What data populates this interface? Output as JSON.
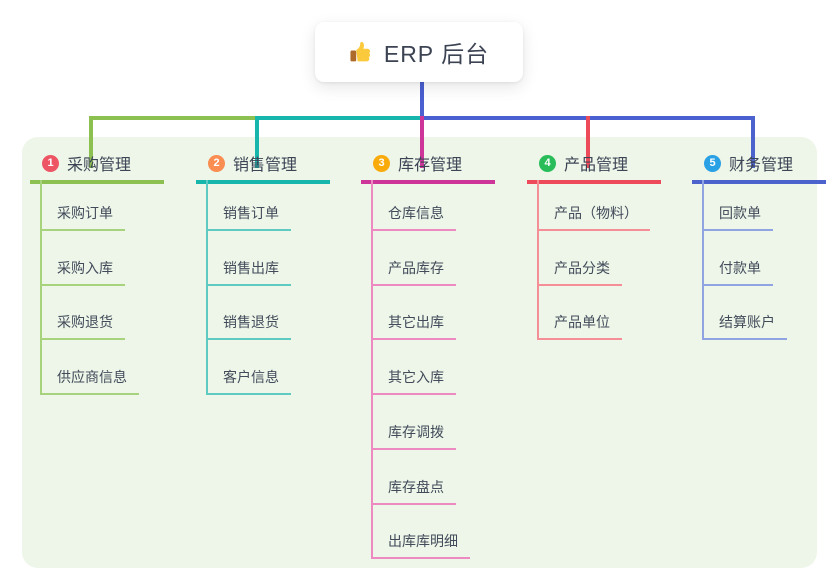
{
  "root": {
    "label": "ERP 后台",
    "icon": "thumbs-up"
  },
  "panel_background": "#edf6e8",
  "connector_color": "#4a5fd0",
  "text_color": "#3d4456",
  "branches": [
    {
      "number": "1",
      "label": "采购管理",
      "color": "#8cc152",
      "light_color": "#a6d37c",
      "badge_color": "#ed5565",
      "children": [
        "采购订单",
        "采购入库",
        "采购退货",
        "供应商信息"
      ]
    },
    {
      "number": "2",
      "label": "销售管理",
      "color": "#16b6ad",
      "light_color": "#5fcac2",
      "badge_color": "#f98d52",
      "children": [
        "销售订单",
        "销售出库",
        "销售退货",
        "客户信息"
      ]
    },
    {
      "number": "3",
      "label": "库存管理",
      "color": "#cd3599",
      "light_color": "#ee8ac2",
      "badge_color": "#faab0c",
      "children": [
        "仓库信息",
        "产品库存",
        "其它出库",
        "其它入库",
        "库存调拨",
        "库存盘点",
        "出库库明细"
      ]
    },
    {
      "number": "4",
      "label": "产品管理",
      "color": "#ee4b5a",
      "light_color": "#f58e96",
      "badge_color": "#29bd59",
      "children": [
        "产品（物料）",
        "产品分类",
        "产品单位"
      ]
    },
    {
      "number": "5",
      "label": "财务管理",
      "color": "#4c62cc",
      "light_color": "#90a4e2",
      "badge_color": "#2aa0e5",
      "children": [
        "回款单",
        "付款单",
        "结算账户"
      ]
    }
  ]
}
